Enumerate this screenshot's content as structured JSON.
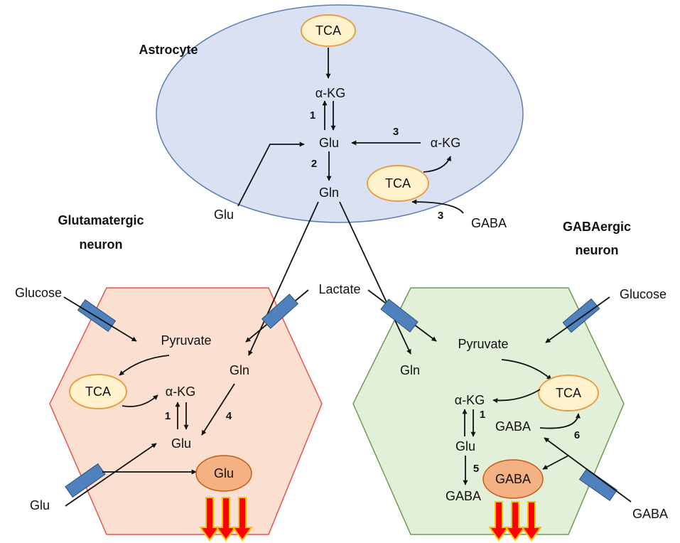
{
  "cells": {
    "astrocyte": "Astrocyte",
    "glutamatergic_line1": "Glutamatergic",
    "glutamatergic_line2": "neuron",
    "gabaergic_line1": "GABAergic",
    "gabaergic_line2": "neuron"
  },
  "astro": {
    "tca_top": "TCA",
    "akg_top": "α-KG",
    "glu": "Glu",
    "gln": "Gln",
    "akg_right": "α-KG",
    "tca_inner": "TCA",
    "glu_outside": "Glu",
    "gaba_outside": "GABA",
    "step1": "1",
    "step2": "2",
    "step3a": "3",
    "step3b": "3"
  },
  "middle": {
    "lactate": "Lactate"
  },
  "glut": {
    "glucose": "Glucose",
    "pyruvate": "Pyruvate",
    "tca": "TCA",
    "akg": "α-KG",
    "gln": "Gln",
    "glu": "Glu",
    "glu_vesicle": "Glu",
    "glu_outside": "Glu",
    "step1": "1",
    "step4": "4"
  },
  "gaba": {
    "glucose": "Glucose",
    "pyruvate": "Pyruvate",
    "gln": "Gln",
    "tca": "TCA",
    "akg": "α-KG",
    "gaba_mid": "GABA",
    "glu": "Glu",
    "gaba_low": "GABA",
    "gaba_vesicle": "GABA",
    "gaba_outside": "GABA",
    "step1": "1",
    "step5": "5",
    "step6": "6"
  },
  "colors": {
    "astro_fill": "#d9e1f2",
    "astro_stroke": "#5b7fb5",
    "glut_fill": "#fbe0d2",
    "glut_stroke": "#e8534a",
    "gaba_fill": "#e2efd9",
    "gaba_stroke": "#6e9a55",
    "tca_fill": "#fff2cc",
    "tca_stroke": "#e5a046",
    "vesicle_fill": "#f4b183",
    "vesicle_stroke": "#c55a11",
    "transporter": "#4f81bd",
    "release_arrow": "#ff0000",
    "release_arrow_edge": "#ffc000"
  }
}
